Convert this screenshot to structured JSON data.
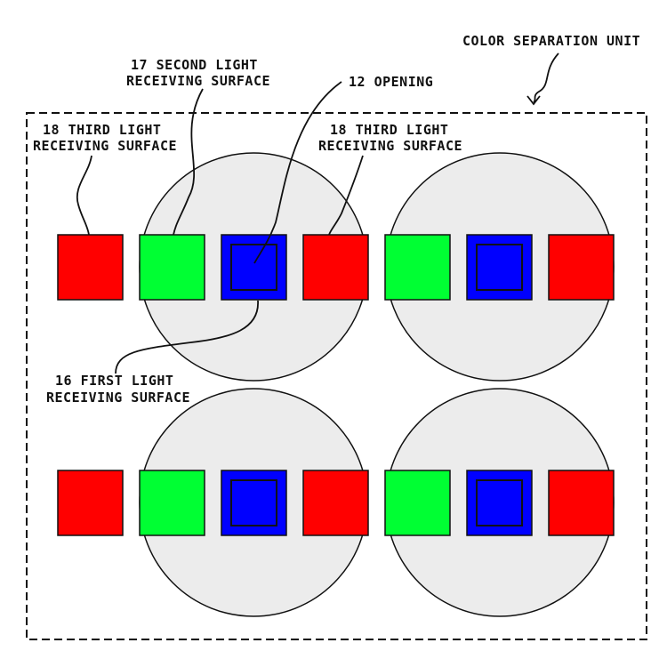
{
  "labels": {
    "unit": "COLOR SEPARATION UNIT",
    "second_line1": "17 SECOND LIGHT",
    "second_line2": "RECEIVING SURFACE",
    "opening": "12 OPENING",
    "third_left_line1": "18 THIRD LIGHT",
    "third_left_line2": "RECEIVING SURFACE",
    "third_right_line1": "18 THIRD LIGHT",
    "third_right_line2": "RECEIVING SURFACE",
    "first_line1": "16 FIRST LIGHT",
    "first_line2": "RECEIVING SURFACE"
  },
  "colors": {
    "red": "#ff0000",
    "green": "#00ff33",
    "blue": "#0000ff",
    "lens": "#ececec",
    "stroke": "#111111"
  },
  "pixel_row_sequence": [
    "red",
    "green",
    "blue",
    "red",
    "green",
    "blue",
    "red"
  ]
}
